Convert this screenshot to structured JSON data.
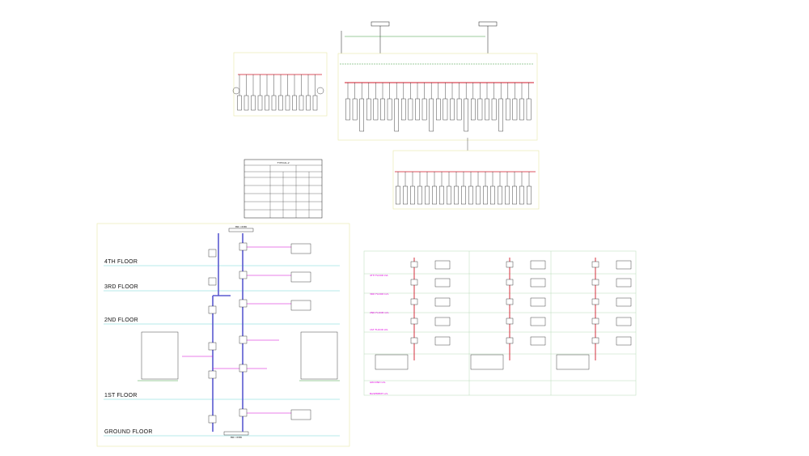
{
  "colors": {
    "background": "#ffffff",
    "line": "#1a1a1a",
    "busbar_red": "#d11a2a",
    "busbar_green": "#3a9a3a",
    "riser_blue": "#5a5ad0",
    "magenta": "#d400d4",
    "cyan_floor": "#6ed6d6",
    "yellow_border": "#e8e8a8",
    "grid_green": "#b8dcb8"
  },
  "riser_left": {
    "floors": [
      {
        "label": "4TH FLOOR"
      },
      {
        "label": "3RD FLOOR"
      },
      {
        "label": "2ND FLOOR"
      },
      {
        "label": "1ST FLOOR"
      },
      {
        "label": "GROUND FLOOR"
      }
    ],
    "top_cover": "END COVER",
    "bottom_cover": "END COVER"
  },
  "riser_right": {
    "levels": [
      {
        "label": "4TH FLOOR LVL"
      },
      {
        "label": "3RD FLOOR LVL"
      },
      {
        "label": "2ND FLOOR LVL"
      },
      {
        "label": "1ST FLOOR LVL"
      },
      {
        "label": "GROUND LVL"
      },
      {
        "label": "BASEMENT LVL"
      }
    ]
  },
  "table": {
    "title": "TYPICAL-2"
  }
}
